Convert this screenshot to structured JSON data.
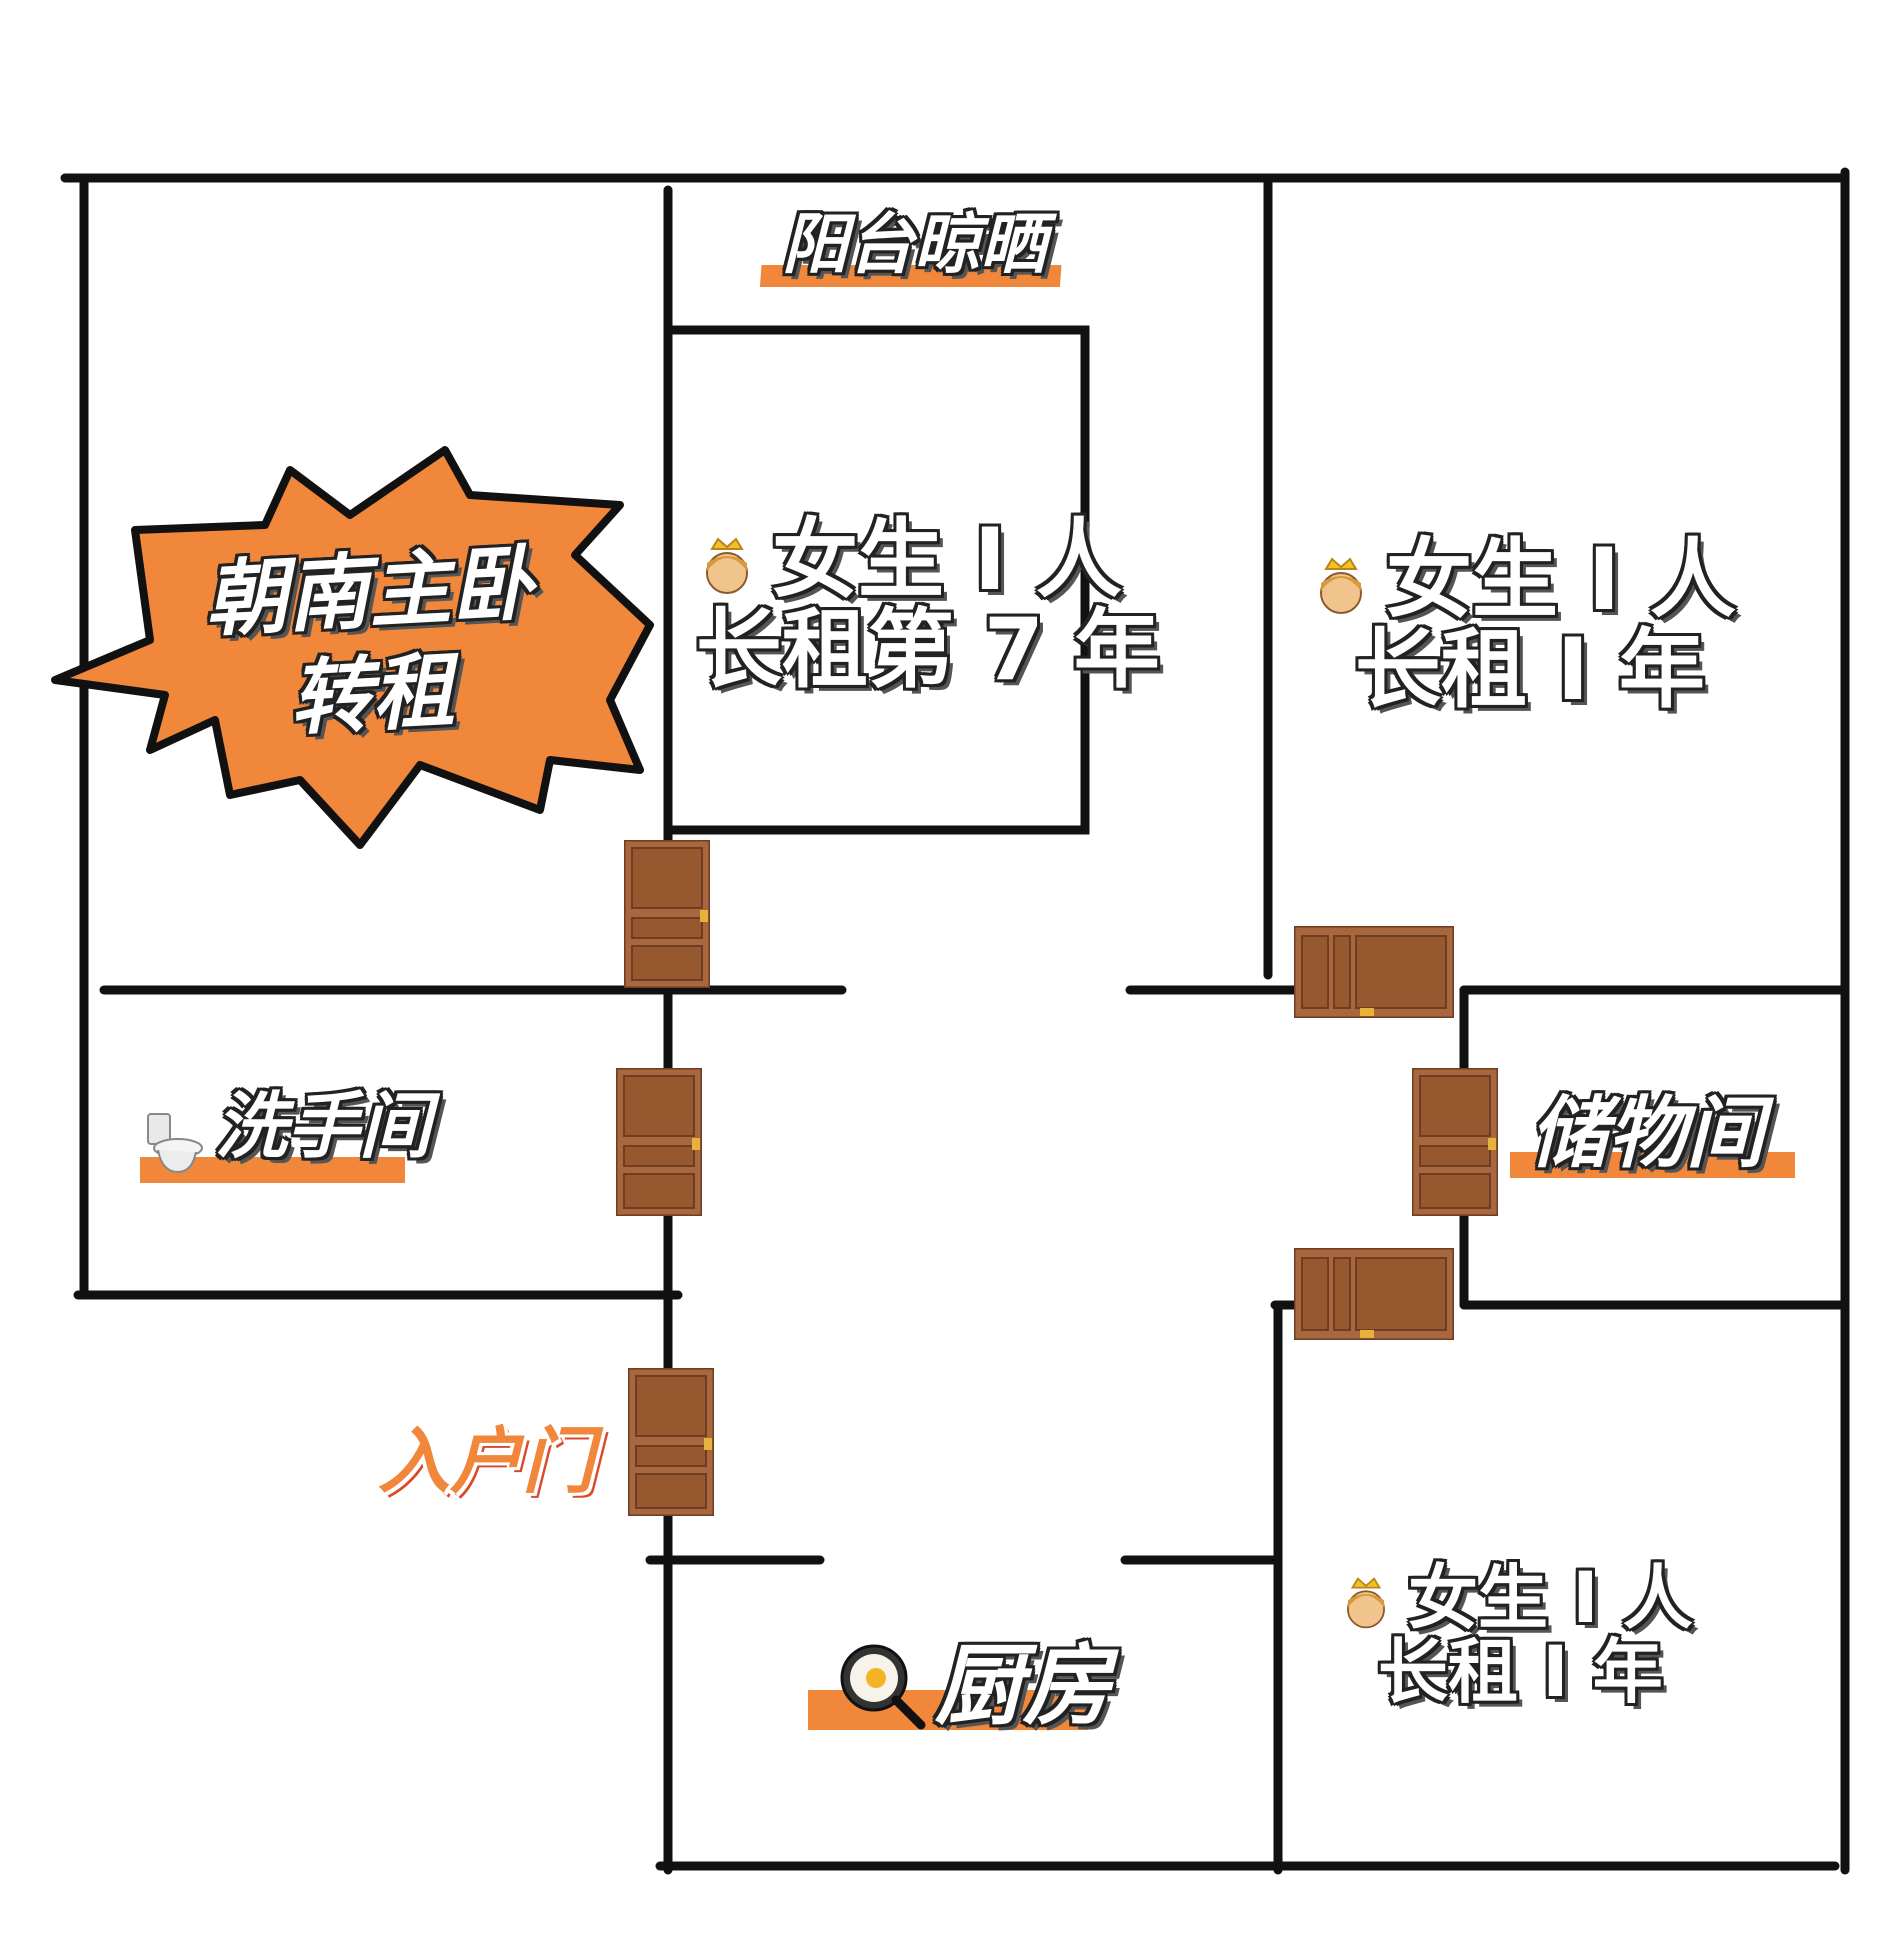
{
  "colors": {
    "wall": "#111111",
    "accent": "#f0873a",
    "door": "#a8673f",
    "door_dark": "#7a4526",
    "handle": "#e6b23a"
  },
  "rooms": {
    "balcony": {
      "label": "阳台晾晒"
    },
    "master_bedroom": {
      "label_line1": "朝南主卧",
      "label_line2": "转租"
    },
    "room_center": {
      "icon": "girl-crown-icon",
      "line1": "女生 I 人",
      "line2": "长租第 7 年"
    },
    "room_right": {
      "icon": "girl-crown-icon",
      "line1": "女生 I 人",
      "line2": "长租 I 年"
    },
    "room_bottom_right": {
      "icon": "girl-crown-icon",
      "line1": "女生 I 人",
      "line2": "长租 I 年"
    },
    "bathroom": {
      "icon": "toilet-icon",
      "label": "洗手间"
    },
    "storage": {
      "label": "储物间"
    },
    "kitchen": {
      "icon": "frying-pan-egg-icon",
      "label": "厨房"
    },
    "entrance": {
      "label": "入户门"
    }
  }
}
